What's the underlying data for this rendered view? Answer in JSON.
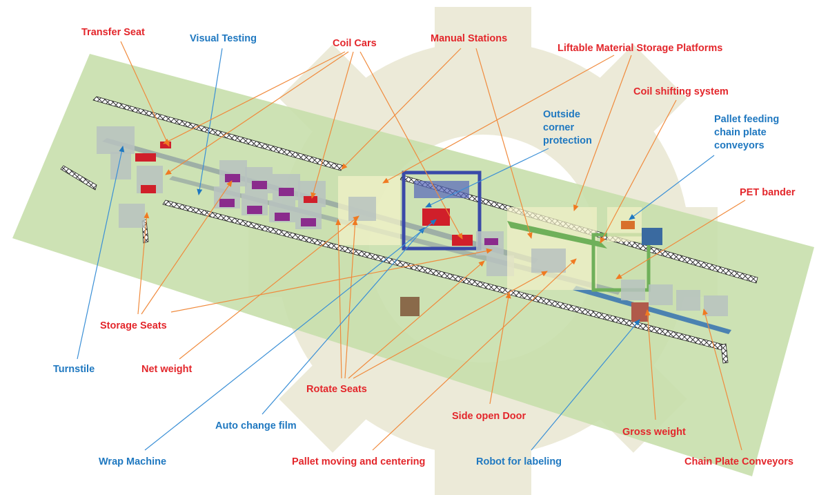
{
  "labels": {
    "transfer_seat": "Transfer Seat",
    "visual_testing": "Visual Testing",
    "coil_cars": "Coil Cars",
    "manual_stations": "Manual Stations",
    "liftable_platforms": "Liftable Material Storage Platforms",
    "coil_shifting": "Coil shifting system",
    "outside_corner": [
      "Outside",
      "corner",
      "protection"
    ],
    "pallet_feeding": [
      "Pallet feeding",
      "chain plate",
      "conveyors"
    ],
    "pet_bander": "PET bander",
    "storage_seats": "Storage Seats",
    "turnstile": "Turnstile",
    "net_weight": "Net weight",
    "rotate_seats": "Rotate Seats",
    "auto_change_film": "Auto change film",
    "side_open_door": "Side open Door",
    "gross_weight": "Gross weight",
    "wrap_machine": "Wrap Machine",
    "pallet_moving": "Pallet moving and centering",
    "robot_labeling": "Robot for labeling",
    "chain_plate": "Chain Plate Conveyors"
  },
  "colors": {
    "red_label": "#e3262b",
    "blue_label": "#1f78c0",
    "red_leader": "#f08a3c",
    "blue_leader": "#3a8fd6",
    "floor": "#c9dfb0",
    "gear_watermark": "#e6e4cc"
  }
}
